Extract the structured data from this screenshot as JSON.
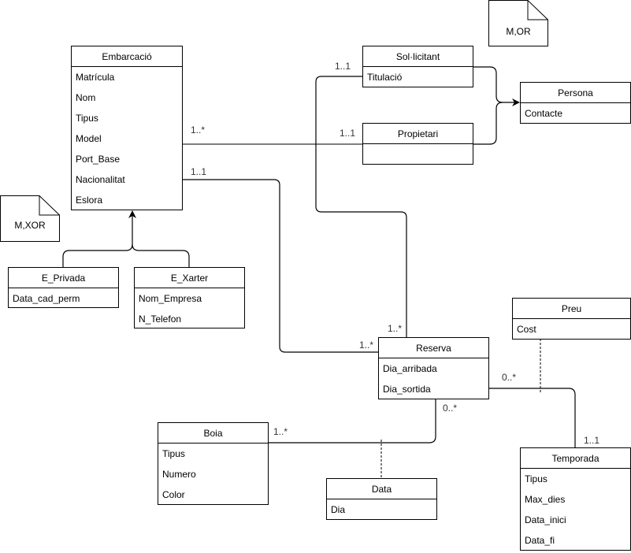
{
  "diagram": {
    "classes": {
      "embarcacio": {
        "name": "Embarcació",
        "attributes": [
          "Matrícula",
          "Nom",
          "Tipus",
          "Model",
          "Port_Base",
          "Nacionalitat",
          "Eslora"
        ]
      },
      "solicitant": {
        "name": "Sol·licitant",
        "attributes": [
          "Titulació"
        ]
      },
      "propietari": {
        "name": "Propietari",
        "attributes": [
          ""
        ]
      },
      "persona": {
        "name": "Persona",
        "attributes": [
          "Contacte"
        ]
      },
      "e_privada": {
        "name": "E_Privada",
        "attributes": [
          "Data_cad_perm"
        ]
      },
      "e_xarter": {
        "name": "E_Xarter",
        "attributes": [
          "Nom_Empresa",
          "N_Telefon"
        ]
      },
      "reserva": {
        "name": "Reserva",
        "attributes": [
          "Dia_arribada",
          "Dia_sortida"
        ]
      },
      "preu": {
        "name": "Preu",
        "attributes": [
          "Cost"
        ]
      },
      "boia": {
        "name": "Boia",
        "attributes": [
          "Tipus",
          "Numero",
          "Color"
        ]
      },
      "data": {
        "name": "Data",
        "attributes": [
          "Dia"
        ]
      },
      "temporada": {
        "name": "Temporada",
        "attributes": [
          "Tipus",
          "Max_dies",
          "Data_inici",
          "Data_fi"
        ]
      }
    },
    "notes": {
      "persona_generalization": "M,OR",
      "embarcacio_generalization": "M,XOR"
    },
    "multiplicities": {
      "embarcacio_propietari_left": "1..*",
      "embarcacio_propietari_right": "1..1",
      "embarcacio_reserva_left": "1..1",
      "embarcacio_reserva_right": "1..*",
      "solicitant_reserva_top": "1..1",
      "solicitant_reserva_bottom": "1..*",
      "reserva_temporada_left": "0..*",
      "reserva_temporada_right": "1..1",
      "reserva_boia_top": "0..*",
      "reserva_boia_left": "1..*"
    },
    "relationships": [
      {
        "type": "association",
        "from": "Embarcació",
        "to": "Propietari"
      },
      {
        "type": "association",
        "from": "Embarcació",
        "to": "Reserva"
      },
      {
        "type": "association",
        "from": "Sol·licitant",
        "to": "Reserva"
      },
      {
        "type": "association",
        "from": "Reserva",
        "to": "Temporada",
        "association_class": "Preu"
      },
      {
        "type": "association",
        "from": "Reserva",
        "to": "Boia",
        "association_class": "Data"
      },
      {
        "type": "generalization",
        "parent": "Persona",
        "children": [
          "Sol·licitant",
          "Propietari"
        ]
      },
      {
        "type": "generalization",
        "parent": "Embarcació",
        "children": [
          "E_Privada",
          "E_Xarter"
        ]
      }
    ]
  }
}
